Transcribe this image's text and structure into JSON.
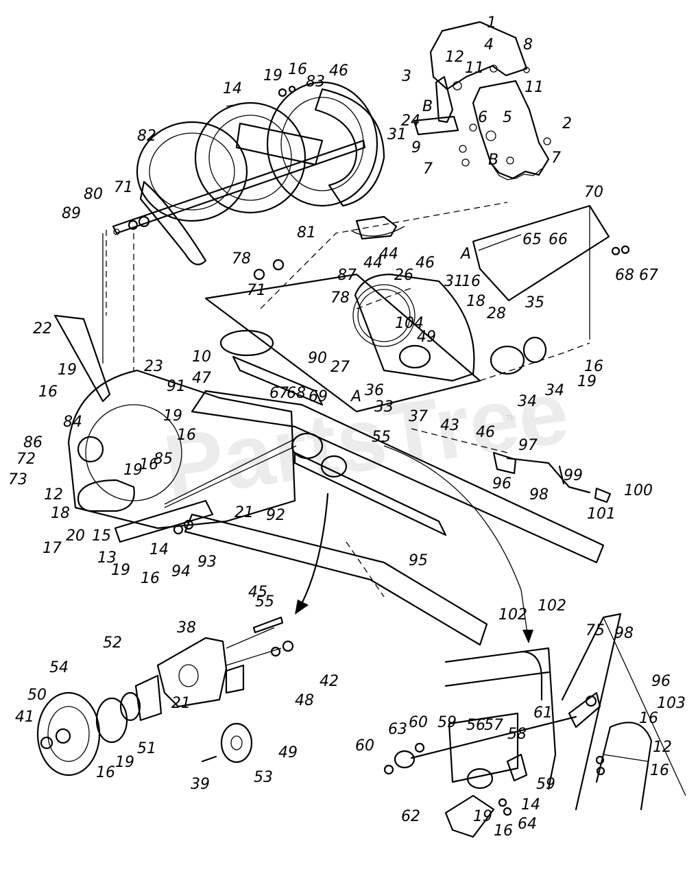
{
  "watermark": {
    "text": "PartsTree",
    "tm": "TM"
  },
  "callouts": [
    {
      "id": "c1",
      "text": "1"
    },
    {
      "id": "c2",
      "text": "2"
    },
    {
      "id": "c3",
      "text": "3"
    },
    {
      "id": "c4",
      "text": "4"
    },
    {
      "id": "c5",
      "text": "5"
    },
    {
      "id": "c6",
      "text": "6"
    },
    {
      "id": "c7a",
      "text": "7"
    },
    {
      "id": "c7b",
      "text": "7"
    },
    {
      "id": "c8",
      "text": "8"
    },
    {
      "id": "c9",
      "text": "9"
    },
    {
      "id": "c11a",
      "text": "11"
    },
    {
      "id": "c11b",
      "text": "11"
    },
    {
      "id": "c12a",
      "text": "12"
    },
    {
      "id": "cBa",
      "text": "B"
    },
    {
      "id": "cBb",
      "text": "B"
    },
    {
      "id": "c24",
      "text": "24"
    },
    {
      "id": "c31a",
      "text": "31"
    },
    {
      "id": "c14a",
      "text": "14"
    },
    {
      "id": "c19a",
      "text": "19"
    },
    {
      "id": "c16a",
      "text": "16"
    },
    {
      "id": "c83",
      "text": "83"
    },
    {
      "id": "c46a",
      "text": "46"
    },
    {
      "id": "c82",
      "text": "82"
    },
    {
      "id": "c80",
      "text": "80"
    },
    {
      "id": "c71a",
      "text": "71"
    },
    {
      "id": "c89",
      "text": "89"
    },
    {
      "id": "c81",
      "text": "81"
    },
    {
      "id": "c44a",
      "text": "44"
    },
    {
      "id": "c78a",
      "text": "78"
    },
    {
      "id": "c70",
      "text": "70"
    },
    {
      "id": "c65",
      "text": "65"
    },
    {
      "id": "c66",
      "text": "66"
    },
    {
      "id": "cAa",
      "text": "A"
    },
    {
      "id": "c68a",
      "text": "68"
    },
    {
      "id": "c67a",
      "text": "67"
    },
    {
      "id": "c71b",
      "text": "71"
    },
    {
      "id": "c87",
      "text": "87"
    },
    {
      "id": "c44b",
      "text": "44"
    },
    {
      "id": "c26",
      "text": "26"
    },
    {
      "id": "c46b",
      "text": "46"
    },
    {
      "id": "c31b",
      "text": "31"
    },
    {
      "id": "c16b",
      "text": "16"
    },
    {
      "id": "c18a",
      "text": "18"
    },
    {
      "id": "c28",
      "text": "28"
    },
    {
      "id": "c78b",
      "text": "78"
    },
    {
      "id": "c104",
      "text": "104"
    },
    {
      "id": "c49a",
      "text": "49"
    },
    {
      "id": "c35",
      "text": "35"
    },
    {
      "id": "c22",
      "text": "22"
    },
    {
      "id": "c19b",
      "text": "19"
    },
    {
      "id": "c23",
      "text": "23"
    },
    {
      "id": "c16c",
      "text": "16"
    },
    {
      "id": "c10",
      "text": "10"
    },
    {
      "id": "c90",
      "text": "90"
    },
    {
      "id": "c47",
      "text": "47"
    },
    {
      "id": "c27",
      "text": "27"
    },
    {
      "id": "c91",
      "text": "91"
    },
    {
      "id": "c68b",
      "text": "68"
    },
    {
      "id": "c67b",
      "text": "67"
    },
    {
      "id": "c69",
      "text": "69"
    },
    {
      "id": "cAb",
      "text": "A"
    },
    {
      "id": "c36",
      "text": "36"
    },
    {
      "id": "c34a",
      "text": "34"
    },
    {
      "id": "c34b",
      "text": "34"
    },
    {
      "id": "c16d",
      "text": "16"
    },
    {
      "id": "c19c",
      "text": "19"
    },
    {
      "id": "c33",
      "text": "33"
    },
    {
      "id": "c37",
      "text": "37"
    },
    {
      "id": "c43",
      "text": "43"
    },
    {
      "id": "c19d",
      "text": "19"
    },
    {
      "id": "c16e",
      "text": "16"
    },
    {
      "id": "c55a",
      "text": "55"
    },
    {
      "id": "c46c",
      "text": "46"
    },
    {
      "id": "c84",
      "text": "84"
    },
    {
      "id": "c86",
      "text": "86"
    },
    {
      "id": "c97",
      "text": "97"
    },
    {
      "id": "c72",
      "text": "72"
    },
    {
      "id": "c19e",
      "text": "19"
    },
    {
      "id": "c16f",
      "text": "16"
    },
    {
      "id": "c85",
      "text": "85"
    },
    {
      "id": "c99",
      "text": "99"
    },
    {
      "id": "c73",
      "text": "73"
    },
    {
      "id": "c12b",
      "text": "12"
    },
    {
      "id": "c96a",
      "text": "96"
    },
    {
      "id": "c98a",
      "text": "98"
    },
    {
      "id": "c100",
      "text": "100"
    },
    {
      "id": "c101",
      "text": "101"
    },
    {
      "id": "c18b",
      "text": "18"
    },
    {
      "id": "c21a",
      "text": "21"
    },
    {
      "id": "c92",
      "text": "92"
    },
    {
      "id": "c17",
      "text": "17"
    },
    {
      "id": "c20",
      "text": "20"
    },
    {
      "id": "c15",
      "text": "15"
    },
    {
      "id": "c14b",
      "text": "14"
    },
    {
      "id": "c13",
      "text": "13"
    },
    {
      "id": "c19f",
      "text": "19"
    },
    {
      "id": "c16g",
      "text": "16"
    },
    {
      "id": "c94",
      "text": "94"
    },
    {
      "id": "c93",
      "text": "93"
    },
    {
      "id": "c95",
      "text": "95"
    },
    {
      "id": "c102a",
      "text": "102"
    },
    {
      "id": "c45",
      "text": "45"
    },
    {
      "id": "c55b",
      "text": "55"
    },
    {
      "id": "c102b",
      "text": "102"
    },
    {
      "id": "c38",
      "text": "38"
    },
    {
      "id": "c52",
      "text": "52"
    },
    {
      "id": "c75",
      "text": "75"
    },
    {
      "id": "c98b",
      "text": "98"
    },
    {
      "id": "c54",
      "text": "54"
    },
    {
      "id": "c42",
      "text": "42"
    },
    {
      "id": "c96b",
      "text": "96"
    },
    {
      "id": "c48",
      "text": "48"
    },
    {
      "id": "c103",
      "text": "103"
    },
    {
      "id": "c21b",
      "text": "21"
    },
    {
      "id": "c16h",
      "text": "16"
    },
    {
      "id": "c50",
      "text": "50"
    },
    {
      "id": "c61",
      "text": "61"
    },
    {
      "id": "c60a",
      "text": "60"
    },
    {
      "id": "c41",
      "text": "41"
    },
    {
      "id": "c59a",
      "text": "59"
    },
    {
      "id": "c56",
      "text": "56"
    },
    {
      "id": "c57",
      "text": "57"
    },
    {
      "id": "c58",
      "text": "58"
    },
    {
      "id": "c12c",
      "text": "12"
    },
    {
      "id": "c63",
      "text": "63"
    },
    {
      "id": "c51",
      "text": "51"
    },
    {
      "id": "c49b",
      "text": "49"
    },
    {
      "id": "c16i",
      "text": "16"
    },
    {
      "id": "c16j",
      "text": "16"
    },
    {
      "id": "c19g",
      "text": "19"
    },
    {
      "id": "c60b",
      "text": "60"
    },
    {
      "id": "c59b",
      "text": "59"
    },
    {
      "id": "c39",
      "text": "39"
    },
    {
      "id": "c53",
      "text": "53"
    },
    {
      "id": "c14c",
      "text": "14"
    },
    {
      "id": "c62",
      "text": "62"
    },
    {
      "id": "c19h",
      "text": "19"
    },
    {
      "id": "c64",
      "text": "64"
    },
    {
      "id": "c16k",
      "text": "16"
    }
  ]
}
